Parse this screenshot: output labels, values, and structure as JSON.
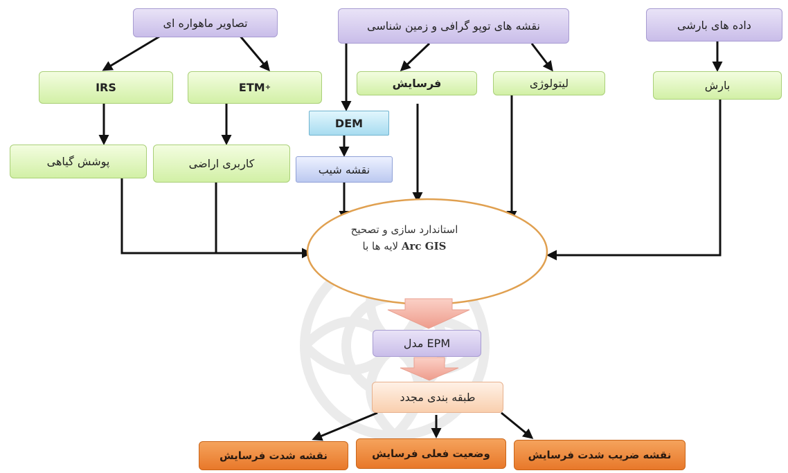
{
  "nodes": {
    "satellite": "تصاویر ماهواره ای",
    "topo_geo": "نقشه های توپو گرافی و زمین شناسی",
    "rain_data": "داده های بارشی",
    "irs": "IRS",
    "etm": "ETM",
    "etm_sup": "+",
    "erosion": "فرسایش",
    "lithology": "لیتولوژی",
    "rain": "بارش",
    "dem": "DEM",
    "vegetation": "پوشش گیاهی",
    "landuse": "کاربری اراضی",
    "slope_map": "نقشه شیب",
    "standardize_line1": "استاندارد سازی و تصحیح",
    "standardize_line2": "لایه ها با",
    "standardize_arcgis": "Arc GIS",
    "epm_model": "مدل EPM",
    "reclass": "طبقه بندی مجدد",
    "out_intensity": "نقشه شدت فرسایش",
    "out_status": "وضعیت فعلی فرسایش",
    "out_coefficient": "نقشه ضریب شدت فرسایش"
  },
  "colors": {
    "input": "#d6ccef",
    "process": "#dff5b8",
    "dem": "#b8e3f3",
    "slope": "#c7d3f5",
    "reclass": "#fbd9bf",
    "output": "#ee8a3c",
    "ellipse_stroke": "#e0a050",
    "big_arrow": "#f3b4a8"
  }
}
